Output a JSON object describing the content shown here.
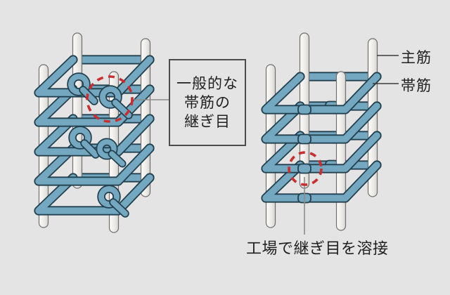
{
  "diagram": {
    "annotation_box": {
      "line1": "一般的な",
      "line2": "帯筋の",
      "line3": "継ぎ目"
    },
    "labels": {
      "main_rebar": "主筋",
      "hoop_rebar": "帯筋"
    },
    "weld_caption": "工場で継ぎ目を溶接",
    "colors": {
      "background": "#e4e4e4",
      "hoop_blue": "#73a8c0",
      "hoop_outline": "#23404f",
      "main_bar_fill": "#f2f0ed",
      "main_bar_outline": "#707070",
      "highlight_red": "#c92f2f",
      "leader_gray": "#8c8c8c",
      "annotation_border": "#4c4c4c",
      "text": "#1f1f1f"
    }
  }
}
